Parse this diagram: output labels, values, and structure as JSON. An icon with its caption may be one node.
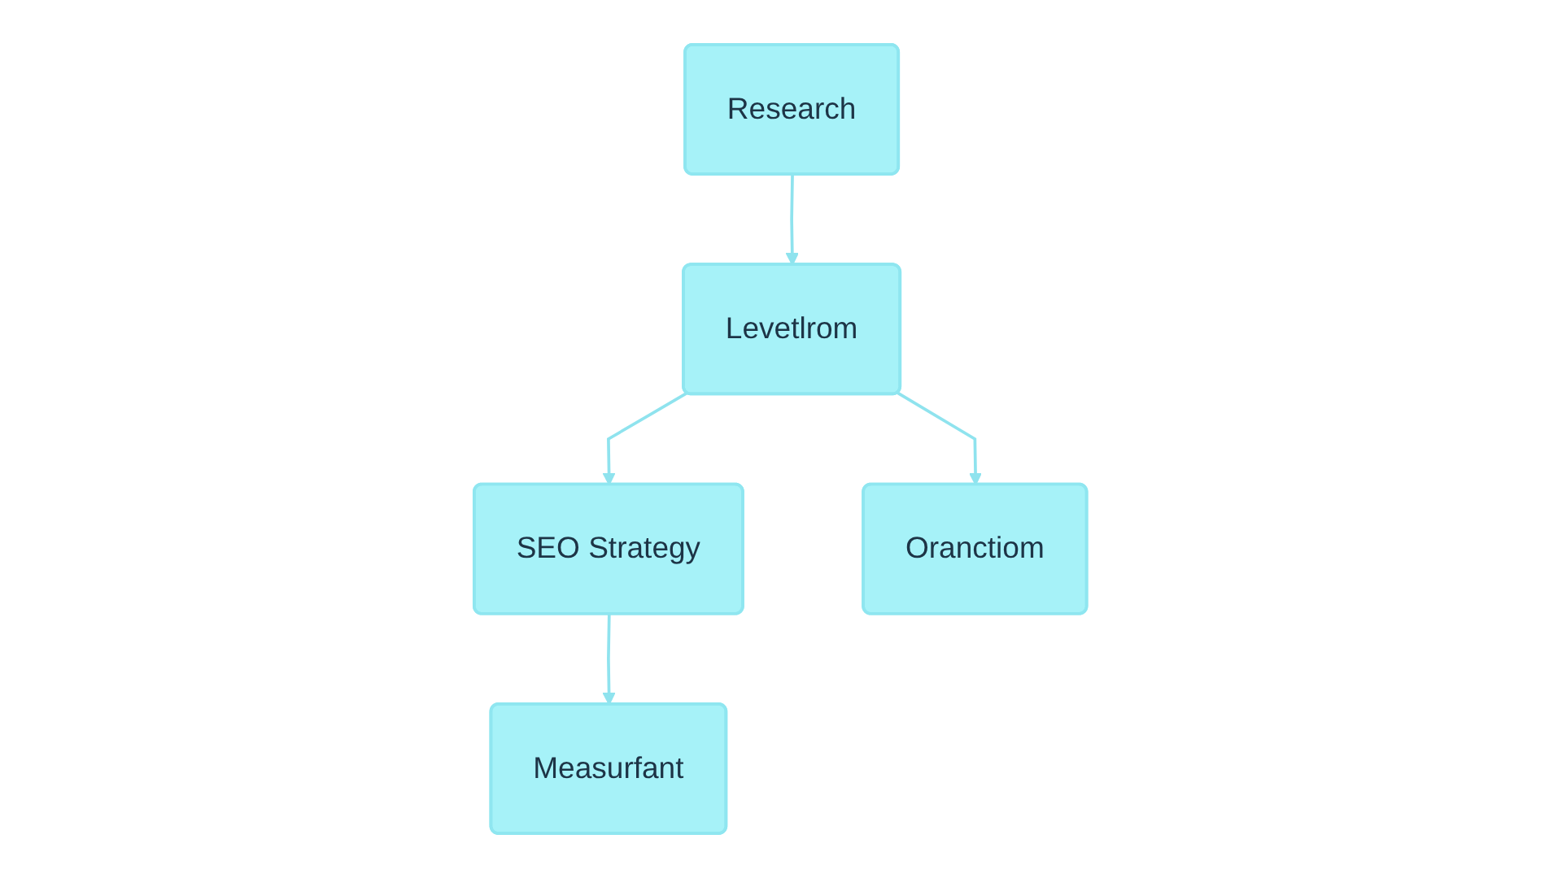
{
  "diagram": {
    "nodes": [
      {
        "text": [
          "Research"
        ]
      },
      {
        "text": [
          "Levetlrom"
        ]
      },
      {
        "text": [
          "SEO Strategy"
        ]
      },
      {
        "text": [
          "Measurfant"
        ]
      },
      {
        "text": [
          "Oranctiom"
        ]
      }
    ],
    "edges": [
      {
        "from": 0,
        "to": 1,
        "arrow": "to"
      },
      {
        "from": 1,
        "to": 2,
        "arrow": "to"
      },
      {
        "from": 2,
        "to": 3,
        "arrow": "to"
      },
      {
        "from": 1,
        "to": 4,
        "arrow": "to"
      }
    ]
  }
}
